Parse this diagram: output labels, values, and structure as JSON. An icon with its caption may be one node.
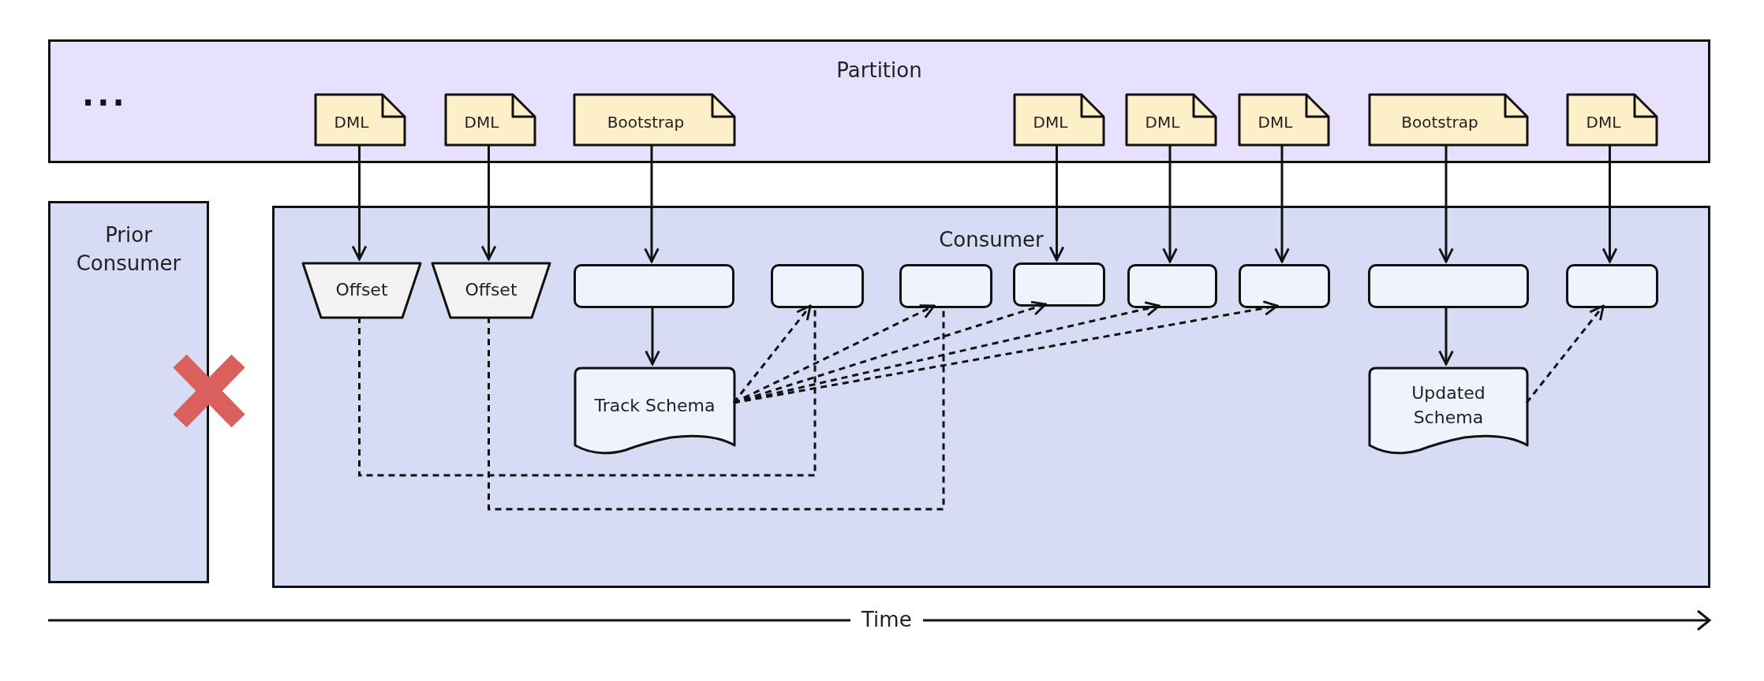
{
  "diagram": {
    "nodes": [
      {
        "text": [
          "Partition"
        ]
      },
      {
        "text": [
          "DML"
        ],
        "in": 0
      },
      {
        "text": [
          "DML"
        ],
        "in": 0
      },
      {
        "text": [
          "Bootstrap"
        ],
        "in": 0
      },
      {
        "text": [
          "DML"
        ],
        "in": 0
      },
      {
        "text": [
          "DML"
        ],
        "in": 0
      },
      {
        "text": [
          "DML"
        ],
        "in": 0
      },
      {
        "text": [
          "Bootstrap"
        ],
        "in": 0
      },
      {
        "text": [
          "DML"
        ],
        "in": 0
      },
      {
        "text": [
          "Prior Consumer"
        ]
      },
      {
        "text": [
          "Consumer"
        ]
      },
      {
        "text": [
          "Offset"
        ],
        "in": 10
      },
      {
        "text": [
          "Offset"
        ],
        "in": 10
      },
      {
        "text": [],
        "shape": "box",
        "in": 10
      },
      {
        "text": [],
        "shape": "box",
        "in": 10
      },
      {
        "text": [],
        "shape": "box",
        "in": 10
      },
      {
        "text": [],
        "shape": "box",
        "in": 10
      },
      {
        "text": [],
        "shape": "box",
        "in": 10
      },
      {
        "text": [],
        "shape": "box",
        "in": 10
      },
      {
        "text": [],
        "shape": "box",
        "in": 10
      },
      {
        "text": [],
        "shape": "box",
        "in": 10
      },
      {
        "text": [
          "Track Schema"
        ],
        "in": 10
      },
      {
        "text": [
          "Updated Schema"
        ],
        "in": 10
      }
    ],
    "edges": [
      {
        "from": 1,
        "to": 11,
        "arrow": "to"
      },
      {
        "from": 2,
        "to": 12,
        "arrow": "to"
      },
      {
        "from": 3,
        "to": 13,
        "arrow": "to"
      },
      {
        "from": 4,
        "to": 16,
        "arrow": "to"
      },
      {
        "from": 5,
        "to": 17,
        "arrow": "to"
      },
      {
        "from": 6,
        "to": 18,
        "arrow": "to"
      },
      {
        "from": 7,
        "to": 19,
        "arrow": "to"
      },
      {
        "from": 8,
        "to": 20,
        "arrow": "to"
      },
      {
        "from": 13,
        "to": 21,
        "arrow": "to"
      },
      {
        "from": 19,
        "to": 22,
        "arrow": "to"
      },
      {
        "from": 11,
        "to": 14,
        "arrow": "none",
        "style": "dashed"
      },
      {
        "from": 12,
        "to": 15,
        "arrow": "none",
        "style": "dashed"
      },
      {
        "from": 21,
        "to": 14,
        "arrow": "to",
        "style": "dashed"
      },
      {
        "from": 21,
        "to": 15,
        "arrow": "to",
        "style": "dashed"
      },
      {
        "from": 21,
        "to": 16,
        "arrow": "to",
        "style": "dashed"
      },
      {
        "from": 21,
        "to": 17,
        "arrow": "to",
        "style": "dashed"
      },
      {
        "from": 21,
        "to": 18,
        "arrow": "to",
        "style": "dashed"
      },
      {
        "from": 22,
        "to": 20,
        "arrow": "to",
        "style": "dashed"
      }
    ],
    "labels": [
      "...",
      "Time"
    ]
  }
}
